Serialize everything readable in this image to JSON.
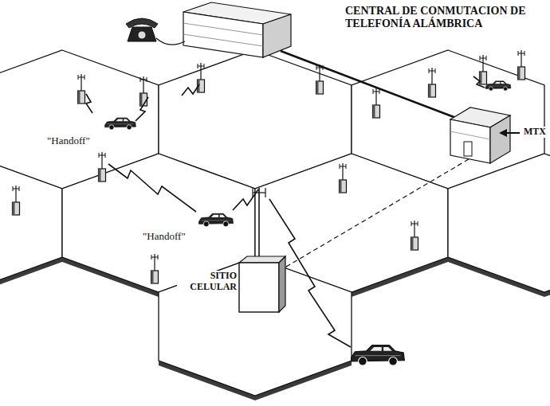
{
  "diagram": {
    "labels": [
      "CENTRAL DE CONMUTACION DE TELEFONÍA ALÁMBRICA",
      "\"Handoff\"",
      "\"Handoff\"",
      "MTX",
      "SITIO CELULAR"
    ]
  }
}
